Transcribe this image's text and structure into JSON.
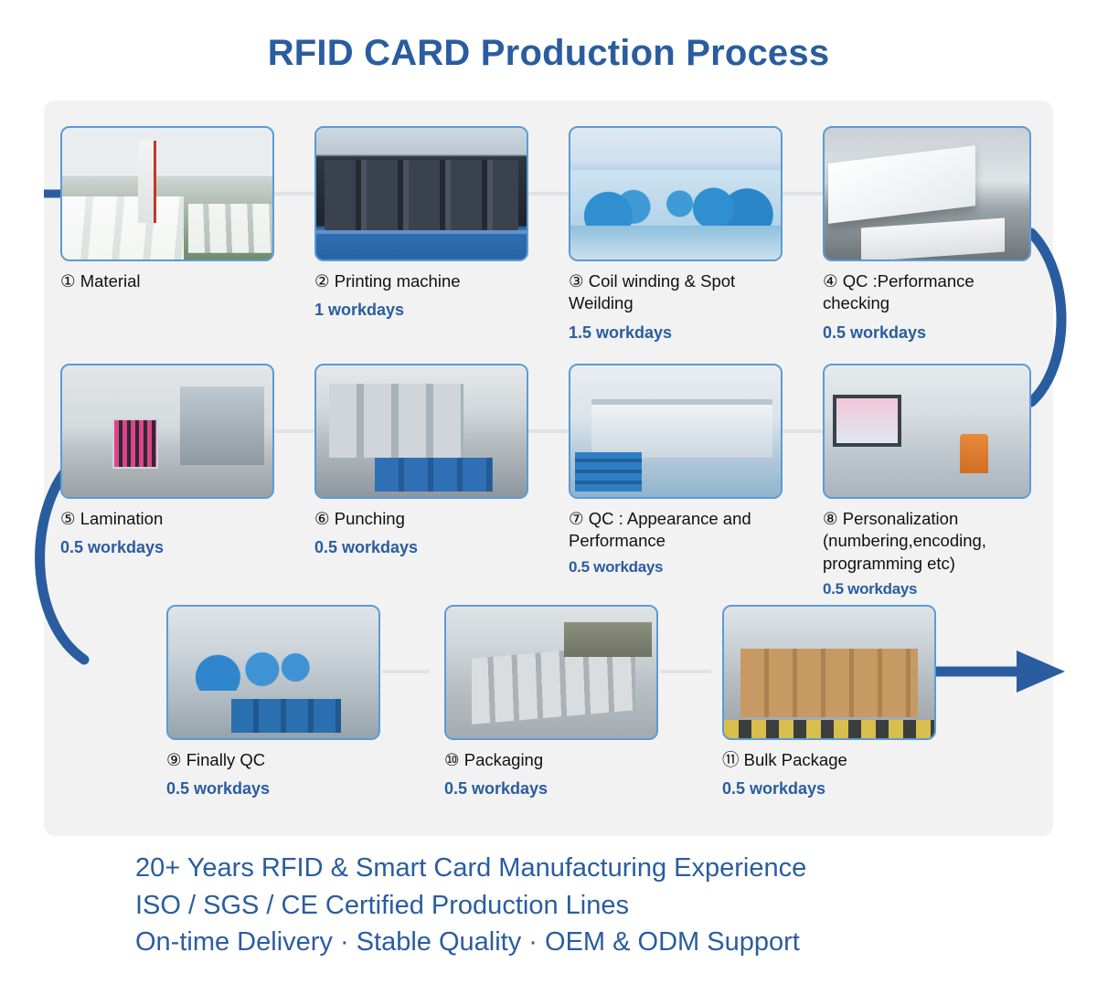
{
  "title": "RFID CARD Production Process",
  "theme": {
    "accent_blue": "#2a5d9f",
    "thumb_border": "#5b9bd5",
    "panel_bg": "#f2f2f2",
    "text_dark": "#111111"
  },
  "steps": [
    {
      "num": "①",
      "label": "Material",
      "days": "",
      "photo": "warehouse-pvc-sheet-stacks"
    },
    {
      "num": "②",
      "label": "Printing machine",
      "days": "1 workdays",
      "photo": "offset-printing-press"
    },
    {
      "num": "③",
      "label": "Coil winding & Spot Weilding",
      "days": "1.5 workdays",
      "photo": "coil-winding-assembly-line"
    },
    {
      "num": "④",
      "label": "QC :Performance checking",
      "days": "0.5 workdays",
      "photo": "qc-sheet-inspection"
    },
    {
      "num": "⑤",
      "label": "Lamination",
      "days": "0.5 workdays",
      "photo": "lamination-press-area"
    },
    {
      "num": "⑥",
      "label": "Punching",
      "days": "0.5 workdays",
      "photo": "card-punching-machine"
    },
    {
      "num": "⑦",
      "label": "QC : Appearance and Performance",
      "days": "0.5 workdays",
      "photo": "qc-appearance-line"
    },
    {
      "num": "⑧",
      "label": "Personalization (numbering,encoding, programming etc)",
      "days": "0.5 workdays",
      "photo": "personalization-line"
    },
    {
      "num": "⑨",
      "label": "Finally QC",
      "days": "0.5 workdays",
      "photo": "final-qc-workbenches"
    },
    {
      "num": "⑩",
      "label": "Packaging",
      "days": "0.5 workdays",
      "photo": "packaging-tray-stacks"
    },
    {
      "num": "⑪",
      "label": "Bulk Package",
      "days": "0.5 workdays",
      "photo": "bulk-carton-pallets"
    }
  ],
  "tagline": {
    "line1": "20+ Years RFID & Smart Card Manufacturing Experience",
    "line2": "ISO / SGS / CE Certified Production Lines",
    "line3": "On-time Delivery · Stable Quality · OEM & ODM Support"
  }
}
